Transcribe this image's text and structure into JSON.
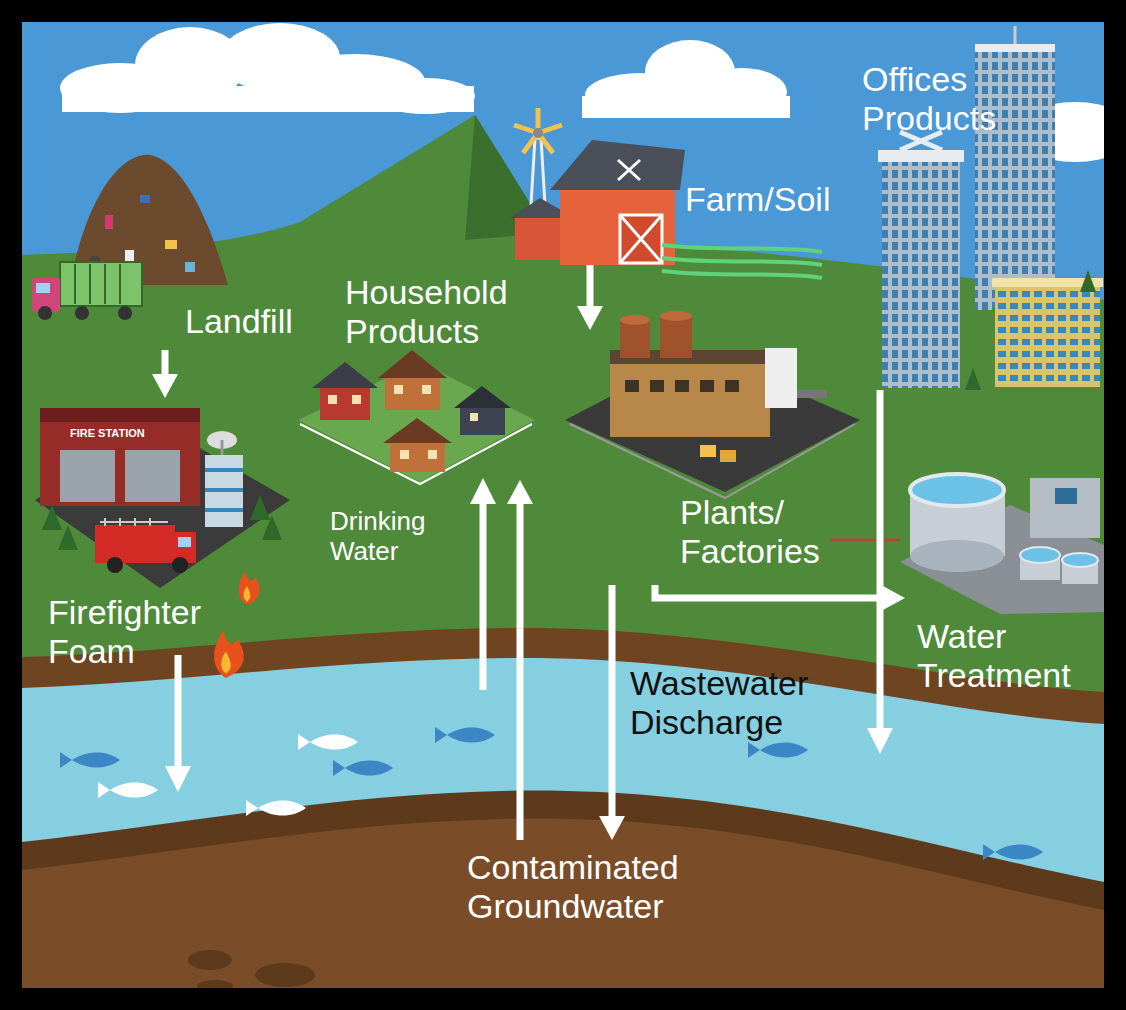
{
  "diagram": {
    "nodes": [
      {
        "text": [
          "Landfill"
        ]
      },
      {
        "text": [
          "Household Products"
        ]
      },
      {
        "text": [
          "Farm/Soil"
        ]
      },
      {
        "text": [
          "Offices Products"
        ]
      },
      {
        "text": [
          "Firefighter Foam"
        ]
      },
      {
        "text": [
          "Plants/ Factories"
        ]
      },
      {
        "text": [
          "Water Treatment"
        ]
      },
      {
        "text": [
          "Contaminated Groundwater"
        ]
      }
    ],
    "edges": [
      {
        "from": 0,
        "to": 4,
        "arrow": "to"
      },
      {
        "from": 2,
        "to": 5,
        "arrow": "to"
      },
      {
        "from": 5,
        "to": 6,
        "arrow": "to"
      },
      {
        "from": 5,
        "to": 7,
        "label": "Wastewater Discharge",
        "arrow": "to"
      },
      {
        "from": 7,
        "to": 1,
        "label": "Drinking Water",
        "arrow": "to"
      }
    ],
    "labels": [
      "FIRE STATION"
    ]
  }
}
